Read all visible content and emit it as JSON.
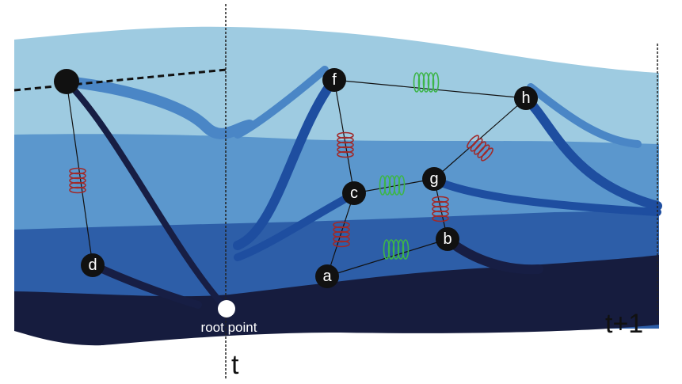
{
  "labels": {
    "root": "root point",
    "time_t": "t",
    "time_t1": "t+1"
  },
  "nodes": {
    "a": "a",
    "b": "b",
    "c": "c",
    "d": "d",
    "f": "f",
    "g": "g",
    "h": "h"
  },
  "colors": {
    "layer_1": "#9ecbe1",
    "layer_2": "#5b97cd",
    "layer_3": "#2d5ea8",
    "layer_4": "#161c3e",
    "branch_light": "#4a86c6",
    "branch_dark": "#1e4ea0",
    "branch_navy": "#171e44",
    "spring_green": "#3db54a",
    "spring_red": "#a02a2a",
    "node_fill": "#111111"
  }
}
